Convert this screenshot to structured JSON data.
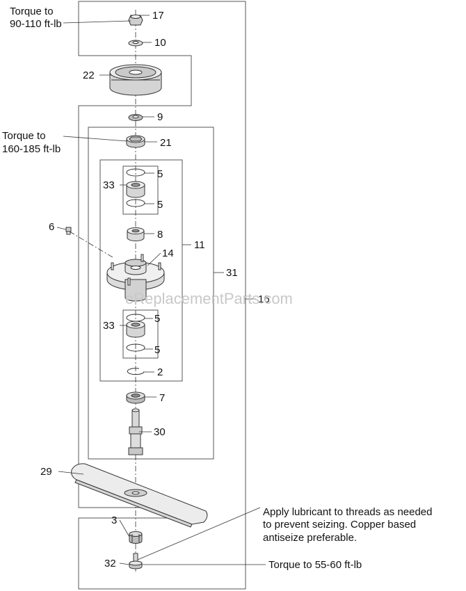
{
  "callouts": {
    "p17": "17",
    "p10": "10",
    "p22": "22",
    "p9": "9",
    "p21": "21",
    "p5a": "5",
    "p33a": "33",
    "p5b": "5",
    "p6": "6",
    "p8": "8",
    "p14": "14",
    "p11": "11",
    "p31": "31",
    "p16": "16",
    "p33b": "33",
    "p5c": "5",
    "p5d": "5",
    "p2": "2",
    "p7": "7",
    "p30": "30",
    "p29": "29",
    "p3": "3",
    "p32": "32"
  },
  "notes": {
    "torque_top_line1": "Torque to",
    "torque_top_line2": "90-110 ft-lb",
    "torque_mid_line1": "Torque to",
    "torque_mid_line2": "160-185 ft-lb",
    "lubricant_line1": "Apply lubricant to threads as needed",
    "lubricant_line2": "to prevent seizing. Copper based",
    "lubricant_line3": "antiseize preferable.",
    "torque_bottom": "Torque to 55-60 ft-lb"
  },
  "watermark": "eReplacementParts.com"
}
